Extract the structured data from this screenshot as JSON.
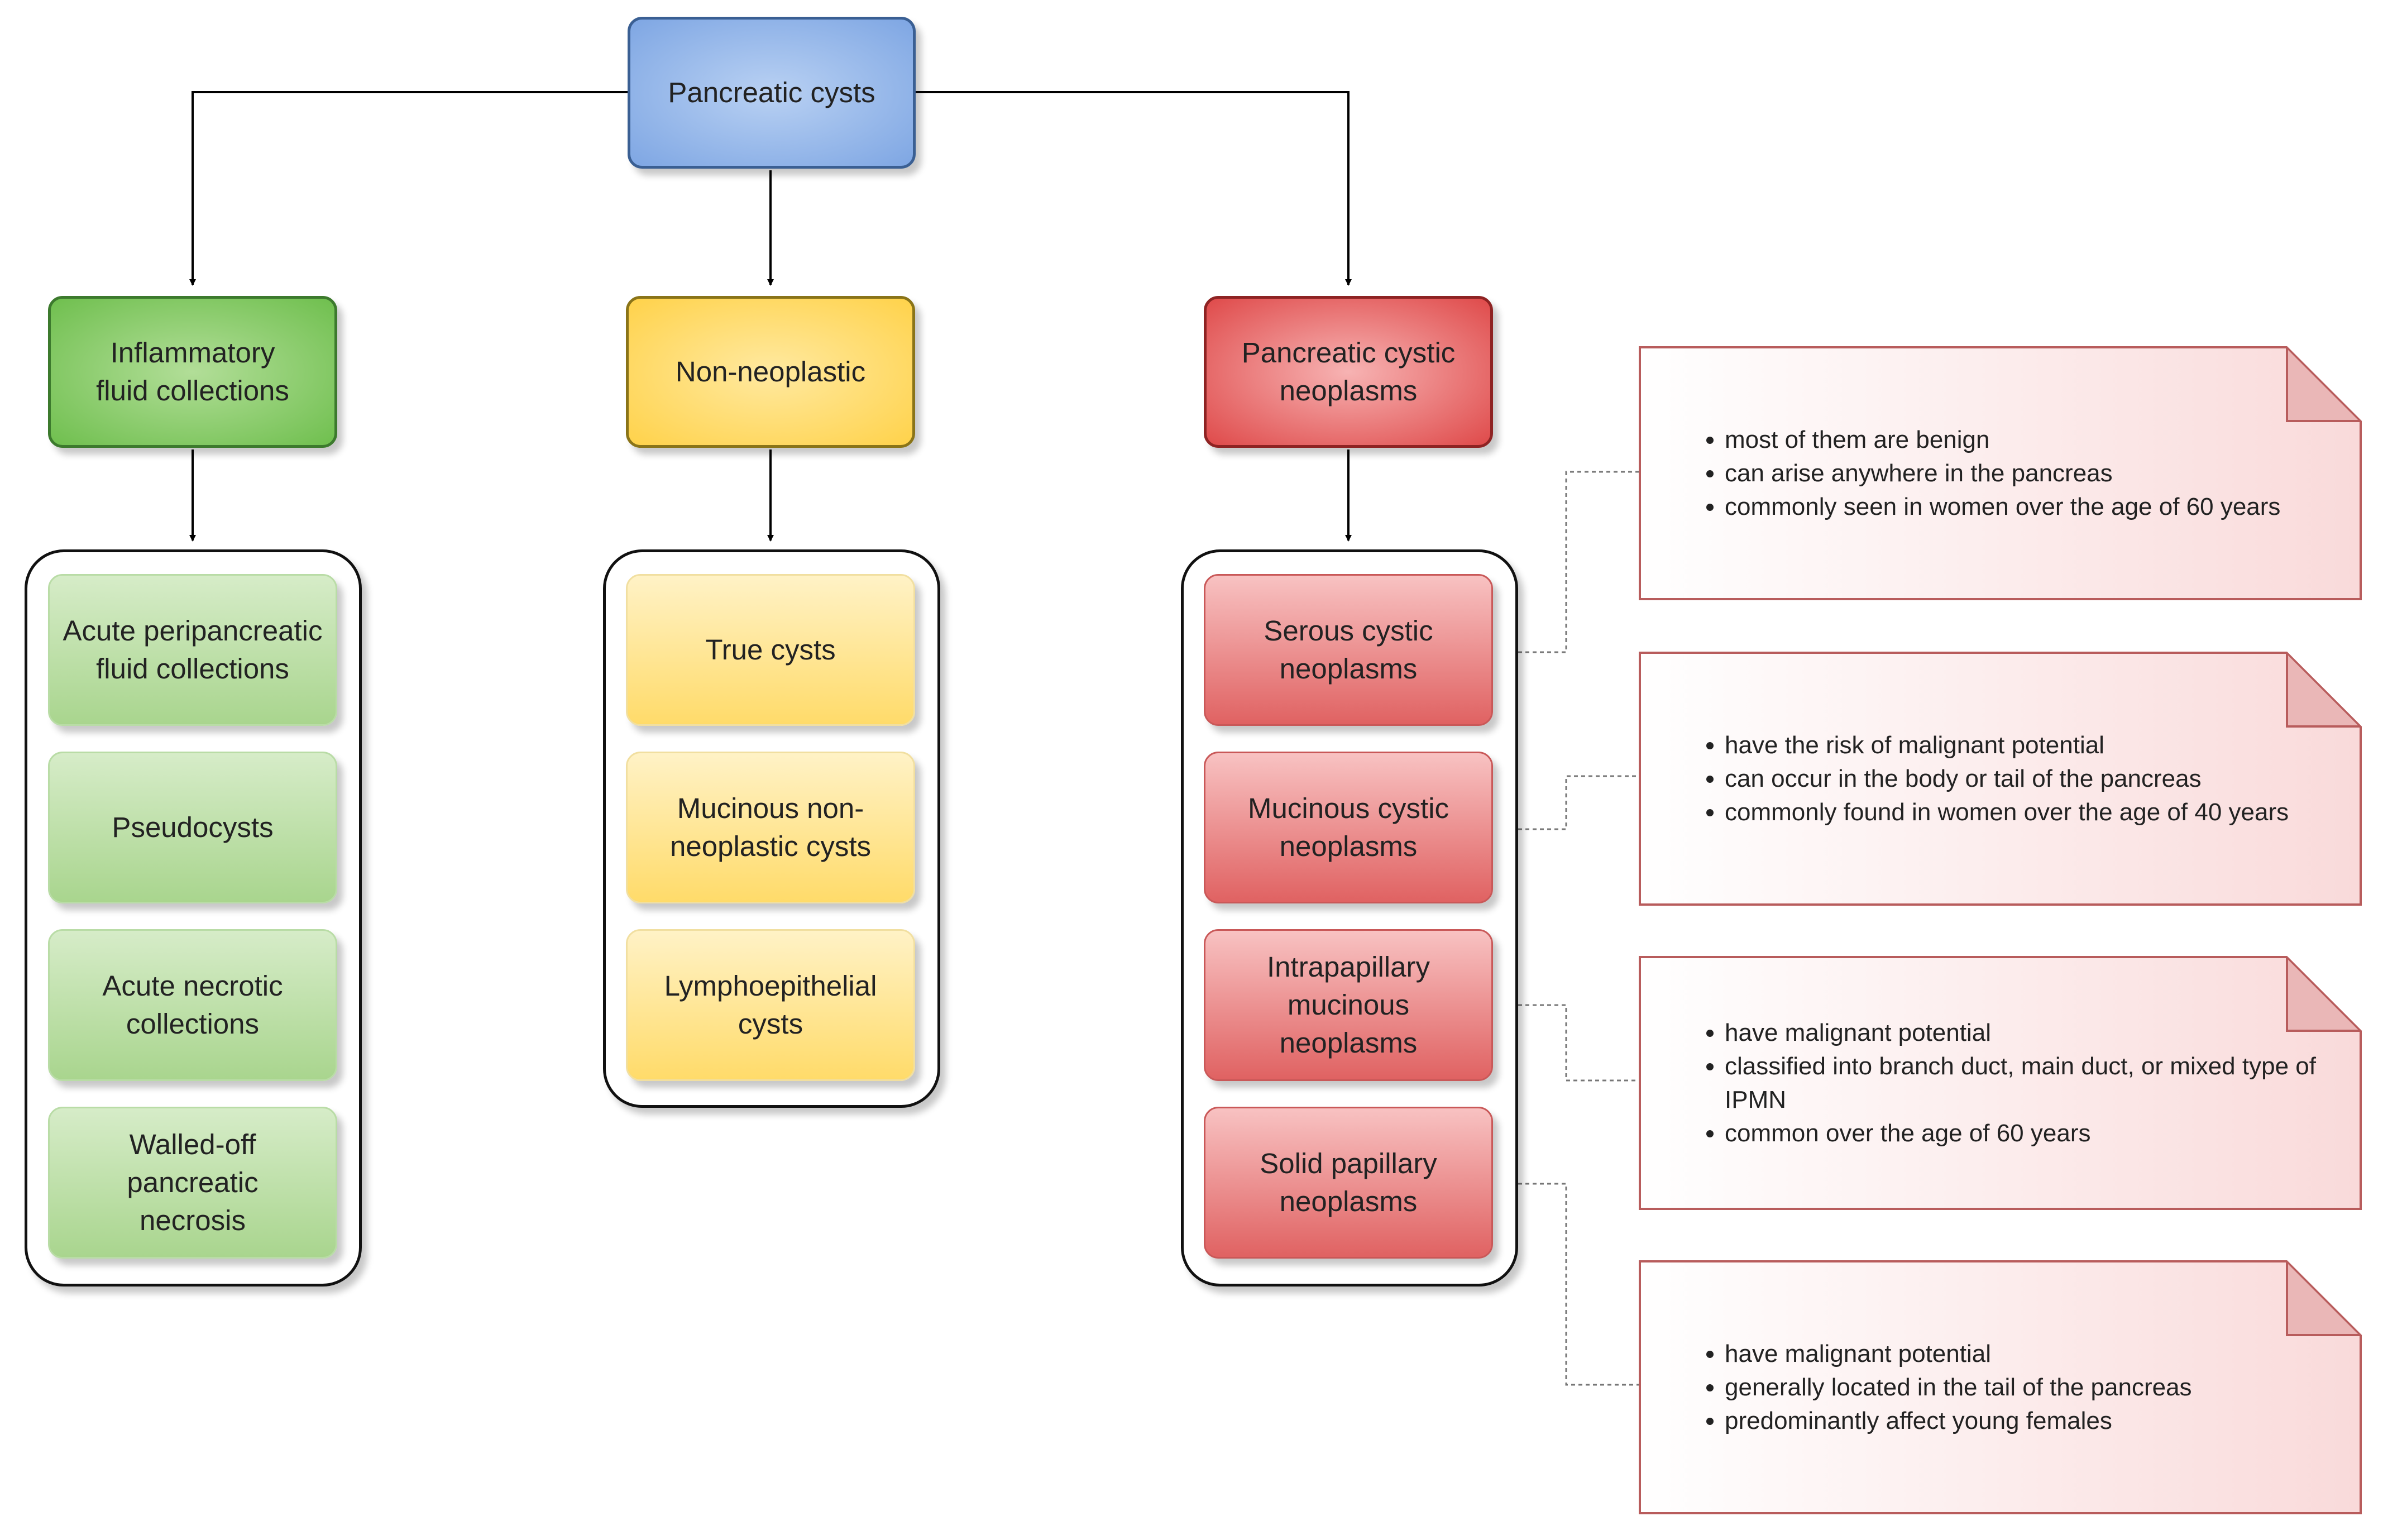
{
  "root": {
    "label": "Pancreatic cysts"
  },
  "categories": [
    {
      "label": "Inflammatory\nfluid collections",
      "items": [
        "Acute peripancreatic\nfluid collections",
        "Pseudocysts",
        "Acute necrotic\ncollections",
        "Walled-off pancreatic\nnecrosis"
      ]
    },
    {
      "label": "Non-neoplastic",
      "items": [
        "True cysts",
        "Mucinous non-\nneoplastic cysts",
        "Lymphoepithelial\ncysts"
      ]
    },
    {
      "label": "Pancreatic cystic\nneoplasms",
      "items": [
        "Serous cystic\nneoplasms",
        "Mucinous cystic\nneoplasms",
        "Intrapapillary\nmucinous neoplasms",
        "Solid papillary\nneoplasms"
      ]
    }
  ],
  "notes": [
    [
      "most of them are benign",
      "can arise anywhere in the pancreas",
      "commonly seen in women over the age of 60 years"
    ],
    [
      "have the risk of malignant potential",
      "can occur in the body or tail of the pancreas",
      "commonly found in women over the age of 40 years"
    ],
    [
      "have malignant potential",
      "classified into branch duct, main duct, or mixed type of IPMN",
      "common over the age of 60 years"
    ],
    [
      "have malignant potential",
      "generally located in the tail of the pancreas",
      "predominantly affect young females"
    ]
  ],
  "colors": {
    "root": "#7ea6e3",
    "inflammatory": "#6fbf4e",
    "non_neoplastic": "#ffd24a",
    "neoplastic": "#df4a4a",
    "note_fill": "#f9dada",
    "note_border": "#b85c5c"
  }
}
